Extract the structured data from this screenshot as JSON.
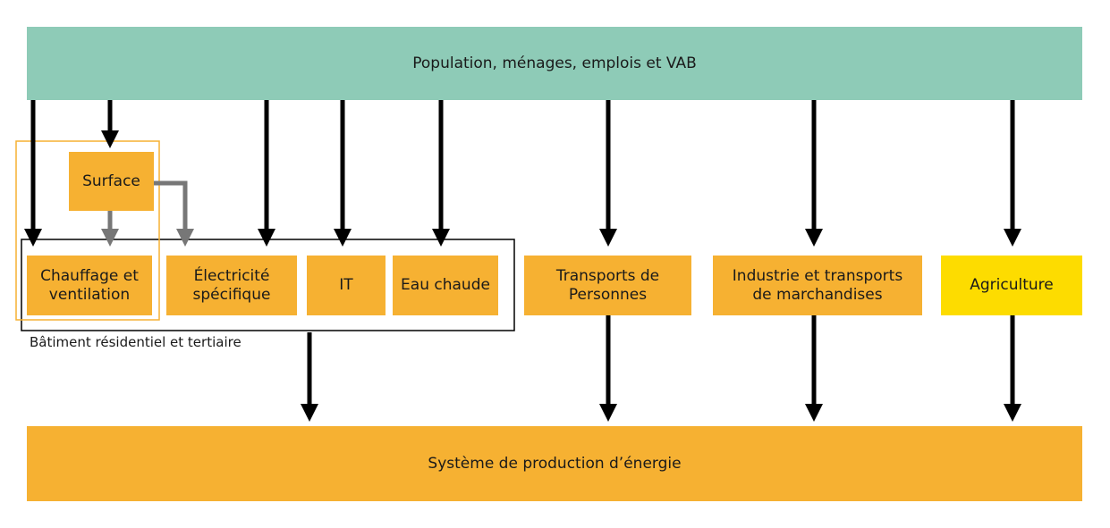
{
  "colors": {
    "top": "#8ecbb7",
    "sector": "#f6b132",
    "agriculture": "#fddc00",
    "bottom": "#f6b132",
    "arrow_main": "#000000",
    "arrow_secondary": "#777777"
  },
  "top_bar": {
    "label": "Population, ménages, emplois et VAB"
  },
  "surface": {
    "label": "Surface"
  },
  "building_group": {
    "caption": "Bâtiment résidentiel et tertiaire",
    "items": [
      {
        "label": "Chauffage et\nventilation"
      },
      {
        "label": "Électricité\nspécifique"
      },
      {
        "label": "IT"
      },
      {
        "label": "Eau chaude"
      }
    ]
  },
  "sectors": [
    {
      "label": "Transports de\nPersonnes"
    },
    {
      "label": "Industrie et transports\nde marchandises"
    },
    {
      "label": "Agriculture"
    }
  ],
  "bottom_bar": {
    "label": "Système de production d’énergie"
  }
}
